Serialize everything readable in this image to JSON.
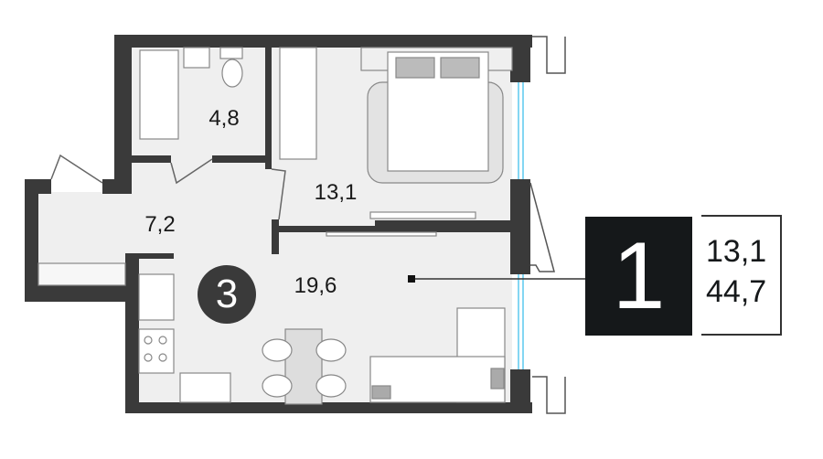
{
  "rooms": [
    {
      "name": "bathroom",
      "area": "4,8"
    },
    {
      "name": "bedroom",
      "area": "13,1"
    },
    {
      "name": "hallway",
      "area": "7,2"
    },
    {
      "name": "living-kitchen",
      "area": "19,6"
    }
  ],
  "marker": {
    "label": "3"
  },
  "summary": {
    "room_count": "1",
    "living_area": "13,1",
    "total_area": "44,7"
  },
  "colors": {
    "wall": "#3a3a3a",
    "floor": "#efefef",
    "window": "#5bc8ef",
    "panel": "#15181a"
  }
}
